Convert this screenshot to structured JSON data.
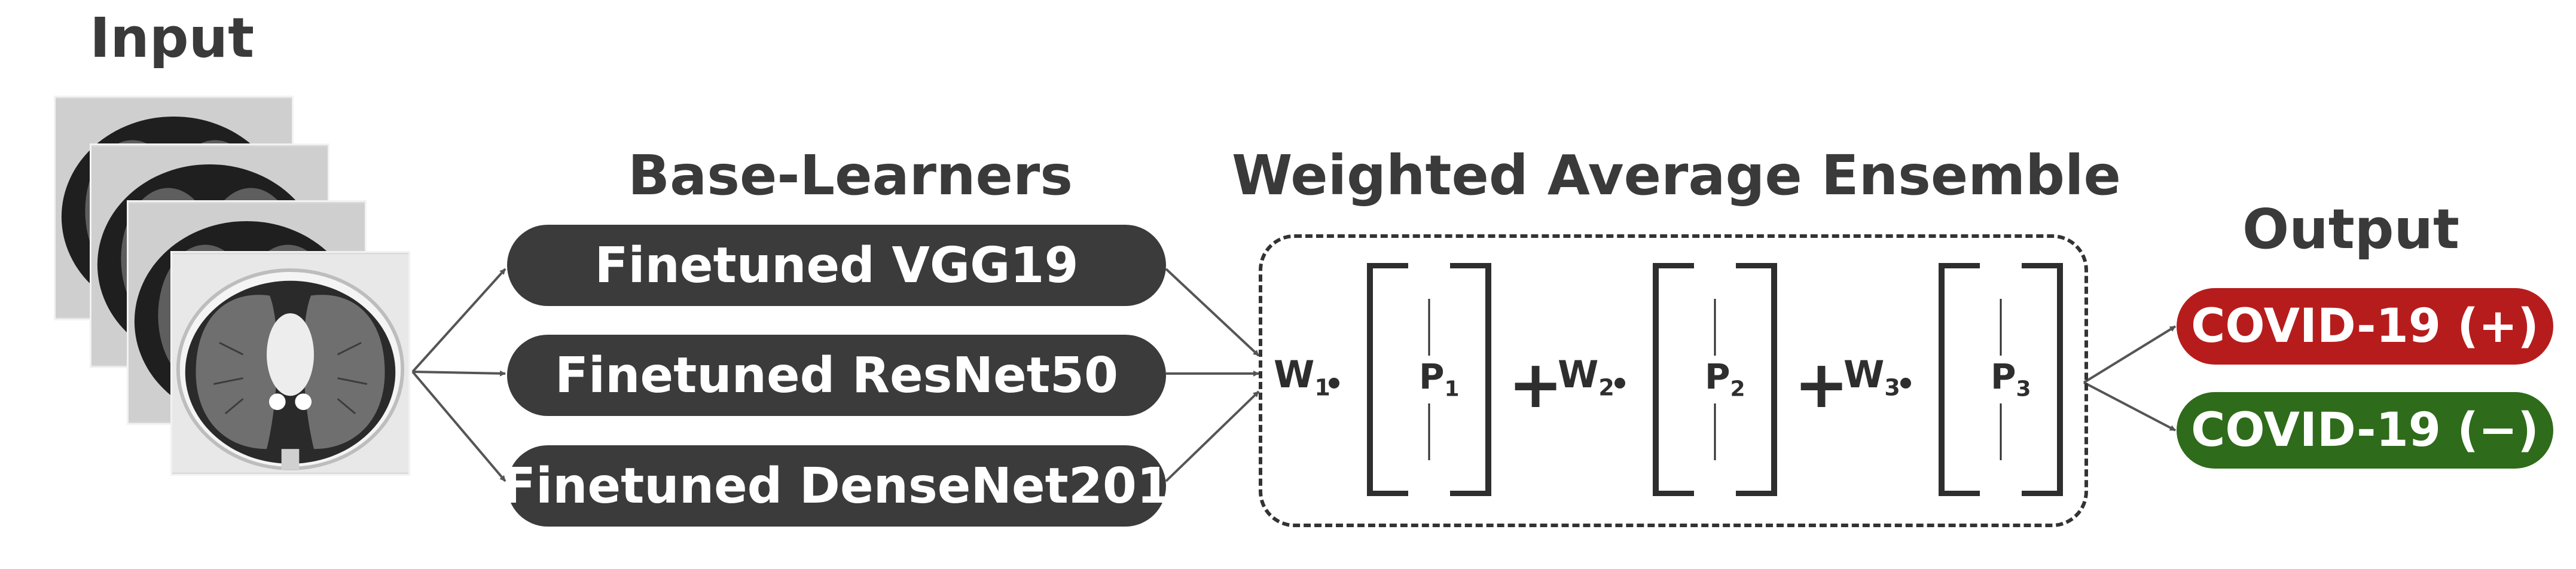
{
  "headings": {
    "input": "Input",
    "base_learners": "Base-Learners",
    "ensemble": "Weighted Average Ensemble",
    "output": "Output"
  },
  "base_learners": [
    {
      "label": "Finetuned VGG19"
    },
    {
      "label": "Finetuned ResNet50"
    },
    {
      "label": "Finetuned DenseNet201"
    }
  ],
  "ensemble_terms": [
    {
      "weight": "W",
      "weight_index": "1",
      "prob": "P",
      "prob_index": "1"
    },
    {
      "weight": "W",
      "weight_index": "2",
      "prob": "P",
      "prob_index": "2"
    },
    {
      "weight": "W",
      "weight_index": "3",
      "prob": "P",
      "prob_index": "3"
    }
  ],
  "operators": {
    "plus": "+"
  },
  "outputs": [
    {
      "label": "COVID-19 (+)",
      "color": "#b71c1c"
    },
    {
      "label": "COVID-19 (−)",
      "color": "#2e6b1a"
    }
  ],
  "icons": [
    "ct-scan-image"
  ]
}
